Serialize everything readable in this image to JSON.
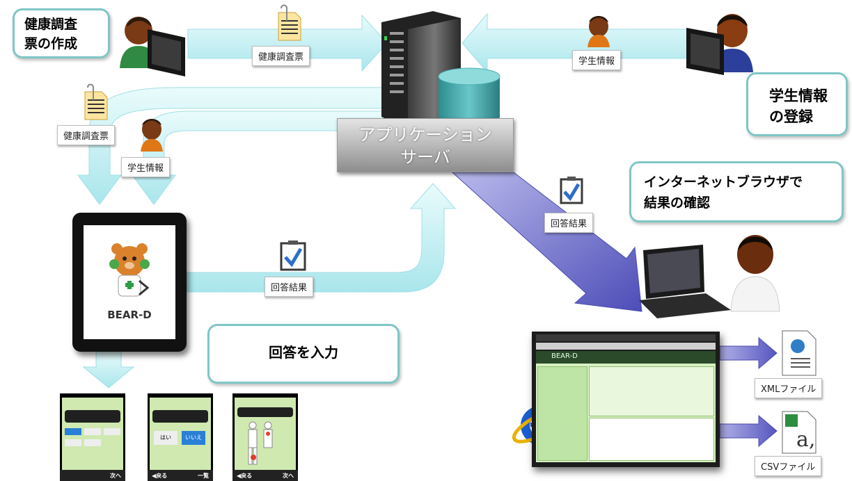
{
  "callouts": {
    "create_form": "健康調査\n票の作成",
    "register_student": "学生情報\nの登録",
    "check_browser": "インターネットブラウザで\n結果の確認",
    "input_answers": "回答を入力"
  },
  "server_label": "アプリケーション\nサーバ",
  "labels": {
    "health_form_top": "健康調査票",
    "student_info_top": "学生情報",
    "health_form_left": "健康調査票",
    "student_info_left": "学生情報",
    "answer_result_tablet": "回答結果",
    "answer_result_server": "回答結果",
    "xml_file": "XMLファイル",
    "csv_file": "CSVファイル"
  },
  "tablet_app_name": "BEAR-D",
  "app_window_title": "BEAR-D",
  "phones": [
    {
      "left_btn": "",
      "right_btn": "次へ"
    },
    {
      "left_btn": "◀戻る",
      "right_btn": "一覧"
    },
    {
      "left_btn": "◀戻る",
      "right_btn": "次へ"
    }
  ],
  "phone2_answers": {
    "yes": "はい",
    "no": "いいえ"
  },
  "colors": {
    "flow_arrow": "#c5f1f4",
    "result_arrow": "#5f60c5",
    "callout_border": "#7fc6c6"
  }
}
